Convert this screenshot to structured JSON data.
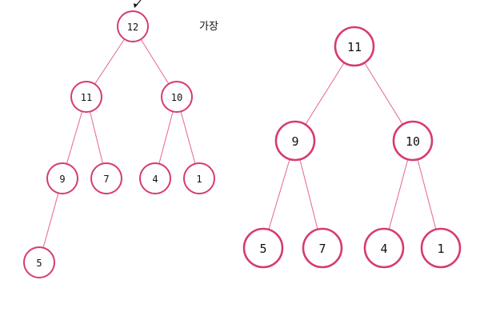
{
  "caption": "가장",
  "colors": {
    "node_border": "#d63c6e",
    "edge": "#e7719a",
    "text": "#111111"
  },
  "tree_a": {
    "nodes": [
      {
        "id": "a12",
        "label": "12"
      },
      {
        "id": "a11",
        "label": "11"
      },
      {
        "id": "a10",
        "label": "10"
      },
      {
        "id": "a9",
        "label": "9"
      },
      {
        "id": "a7",
        "label": "7"
      },
      {
        "id": "a4",
        "label": "4"
      },
      {
        "id": "a1",
        "label": "1"
      },
      {
        "id": "a5",
        "label": "5"
      }
    ],
    "edges": [
      [
        "a12",
        "a11"
      ],
      [
        "a12",
        "a10"
      ],
      [
        "a11",
        "a9"
      ],
      [
        "a11",
        "a7"
      ],
      [
        "a10",
        "a4"
      ],
      [
        "a10",
        "a1"
      ],
      [
        "a9",
        "a5"
      ]
    ]
  },
  "tree_b": {
    "nodes": [
      {
        "id": "b11",
        "label": "11"
      },
      {
        "id": "b9",
        "label": "9"
      },
      {
        "id": "b10",
        "label": "10"
      },
      {
        "id": "b5",
        "label": "5"
      },
      {
        "id": "b7",
        "label": "7"
      },
      {
        "id": "b4",
        "label": "4"
      },
      {
        "id": "b1",
        "label": "1"
      }
    ],
    "edges": [
      [
        "b11",
        "b9"
      ],
      [
        "b11",
        "b10"
      ],
      [
        "b9",
        "b5"
      ],
      [
        "b9",
        "b7"
      ],
      [
        "b10",
        "b4"
      ],
      [
        "b10",
        "b1"
      ]
    ]
  }
}
